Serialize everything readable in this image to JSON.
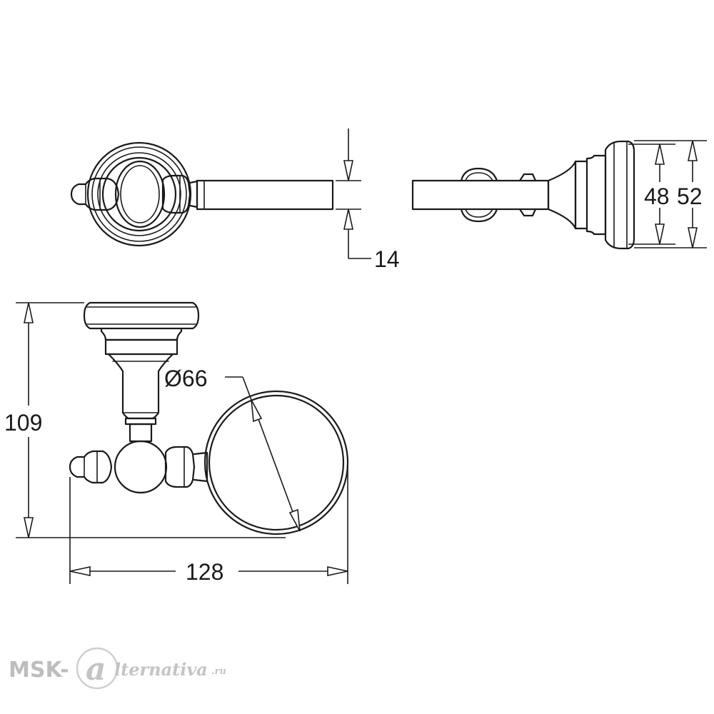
{
  "dimensions": {
    "thickness": "14",
    "inner_height": "48",
    "outer_height": "52",
    "total_height": "109",
    "diameter": "Ø66",
    "total_width": "128"
  },
  "watermark": {
    "prefix": "MSK-",
    "letter": "a",
    "suffix": "lternativa",
    "tld": ".ru"
  }
}
